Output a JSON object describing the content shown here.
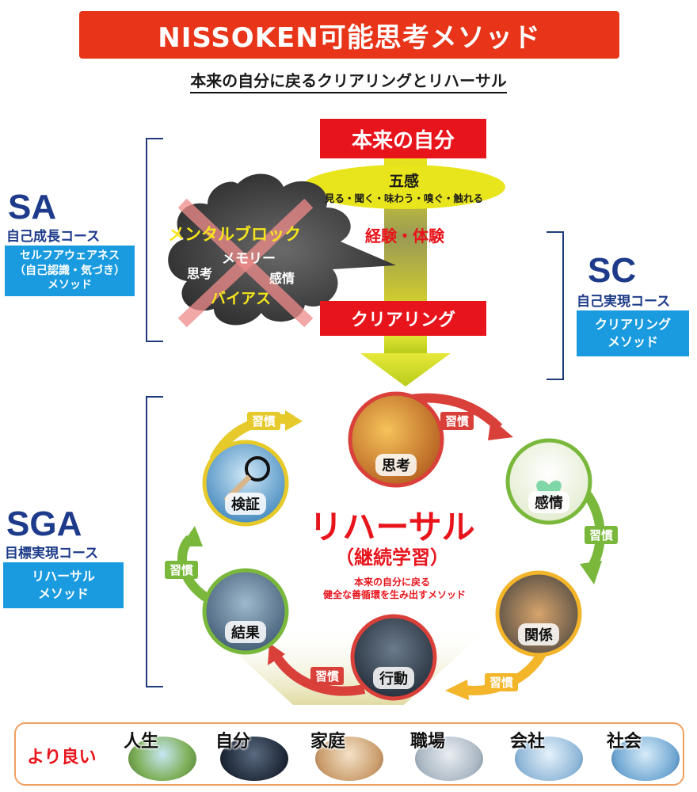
{
  "header": {
    "title": "NISSOKEN可能思考メソッド",
    "subtitle": "本来の自分に戻るクリアリングとリハーサル"
  },
  "courses": {
    "sa": {
      "code": "SA",
      "name": "自己成長コース",
      "method_lines": [
        "セルフアウェアネス",
        "（自己認識・気づき）",
        "メソッド"
      ]
    },
    "sc": {
      "code": "SC",
      "name": "自己実現コース",
      "method_lines": [
        "クリアリング",
        "メソッド"
      ]
    },
    "sga": {
      "code": "SGA",
      "name": "目標実現コース",
      "method_lines": [
        "リハーサル",
        "メソッド"
      ]
    }
  },
  "center": {
    "true_self": "本来の自分",
    "five_senses": "五感",
    "senses_detail": "見る・聞く・味わう・嗅ぐ・触れる",
    "experience": "経験・体験",
    "clearing": "クリアリング"
  },
  "mental_block": {
    "title": "メンタルブロック",
    "memory": "メモリー",
    "thought": "思考",
    "emotion": "感情",
    "bias": "バイアス"
  },
  "rehearsal": {
    "title": "リハーサル",
    "subtitle": "（継続学習）",
    "desc_line1": "本来の自分に戻る",
    "desc_line2": "健全な善循環を生み出すメソッド",
    "nodes": {
      "thinking": "思考",
      "emotion": "感情",
      "relation": "関係",
      "action": "行動",
      "result": "結果",
      "verification": "検証"
    },
    "habit": "習慣"
  },
  "bottom": {
    "lead": "より良い",
    "items": [
      "人生",
      "自分",
      "家庭",
      "職場",
      "会社",
      "社会"
    ]
  },
  "colors": {
    "title_red": "#e83418",
    "navy": "#1d3b8a",
    "sky": "#1a9be0",
    "red": "#e8141c",
    "yellow": "#e9e21a"
  }
}
